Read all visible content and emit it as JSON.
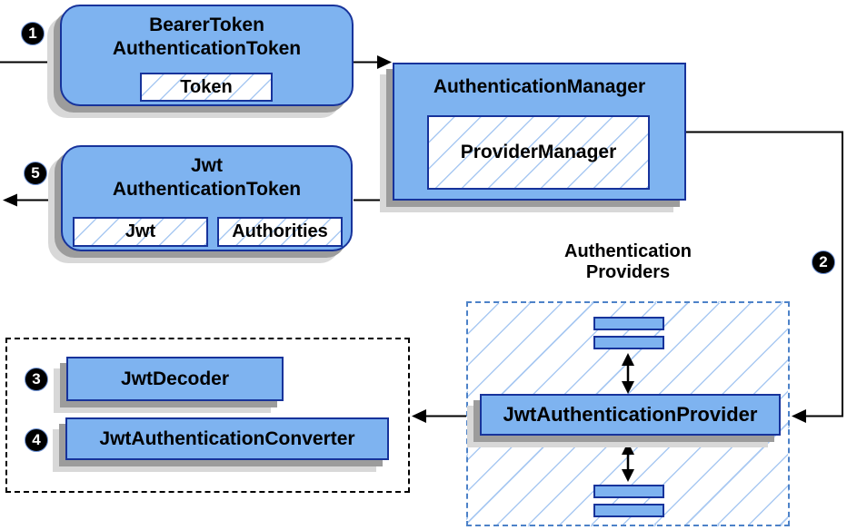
{
  "diagram": {
    "nodes": {
      "bearer": {
        "title_line1": "BearerToken",
        "title_line2": "AuthenticationToken",
        "chip": "Token"
      },
      "auth_manager": {
        "title": "AuthenticationManager",
        "chip": "ProviderManager"
      },
      "jwt_token": {
        "title_line1": "Jwt",
        "title_line2": "AuthenticationToken",
        "chip_jwt": "Jwt",
        "chip_authorities": "Authorities"
      },
      "providers_group": {
        "label_line1": "Authentication",
        "label_line2": "Providers",
        "provider": "JwtAuthenticationProvider"
      },
      "helpers_group": {
        "decoder": "JwtDecoder",
        "converter": "JwtAuthenticationConverter"
      }
    },
    "markers": [
      {
        "label": "1"
      },
      {
        "label": "2"
      },
      {
        "label": "3"
      },
      {
        "label": "4"
      },
      {
        "label": "5"
      }
    ],
    "colors": {
      "node_fill": "#7eb3f0",
      "node_border": "#17339b",
      "hatch_line": "#a9c9f2",
      "providers_border": "#4d82c8",
      "shadow_dark": "#9c9c9c",
      "shadow_light": "#d8d8d8",
      "wire": "#000000"
    }
  }
}
